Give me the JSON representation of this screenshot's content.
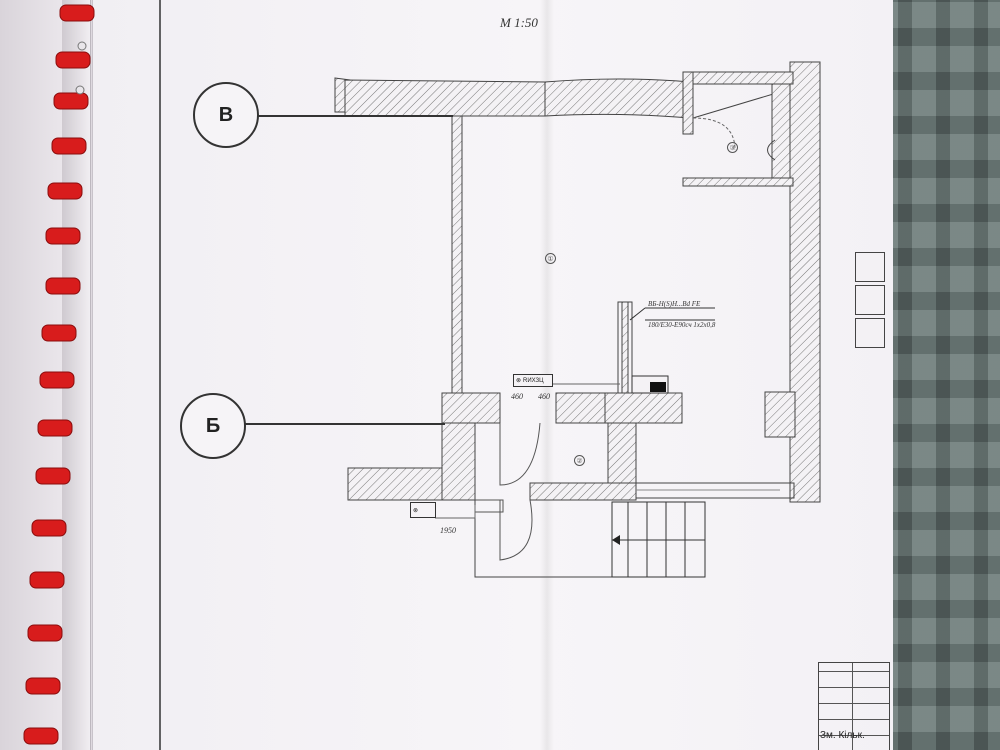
{
  "drawing": {
    "scale": "M 1:50",
    "axes": [
      {
        "id": "axis-b",
        "label": "В"
      },
      {
        "id": "axis-be",
        "label": "Б"
      }
    ],
    "rooms": [
      {
        "mark": "①"
      },
      {
        "mark": "②"
      },
      {
        "mark": "③"
      }
    ],
    "cable": {
      "line1": "ВБ-Н(S)Н...Вd FE",
      "line2": "180/Е30-Е90сч 1х2х0,8"
    },
    "device_label": "RИХЗЦ",
    "dimensions": {
      "left": "460",
      "right": "460",
      "bottom": "1950"
    }
  },
  "title_block": {
    "labels": [
      "Зм.",
      "Кільк."
    ]
  },
  "colors": {
    "binding_rings": "#d81c1c",
    "paper": "#f4f2f5",
    "ink": "#333333",
    "fabric": "#6b7a78"
  }
}
